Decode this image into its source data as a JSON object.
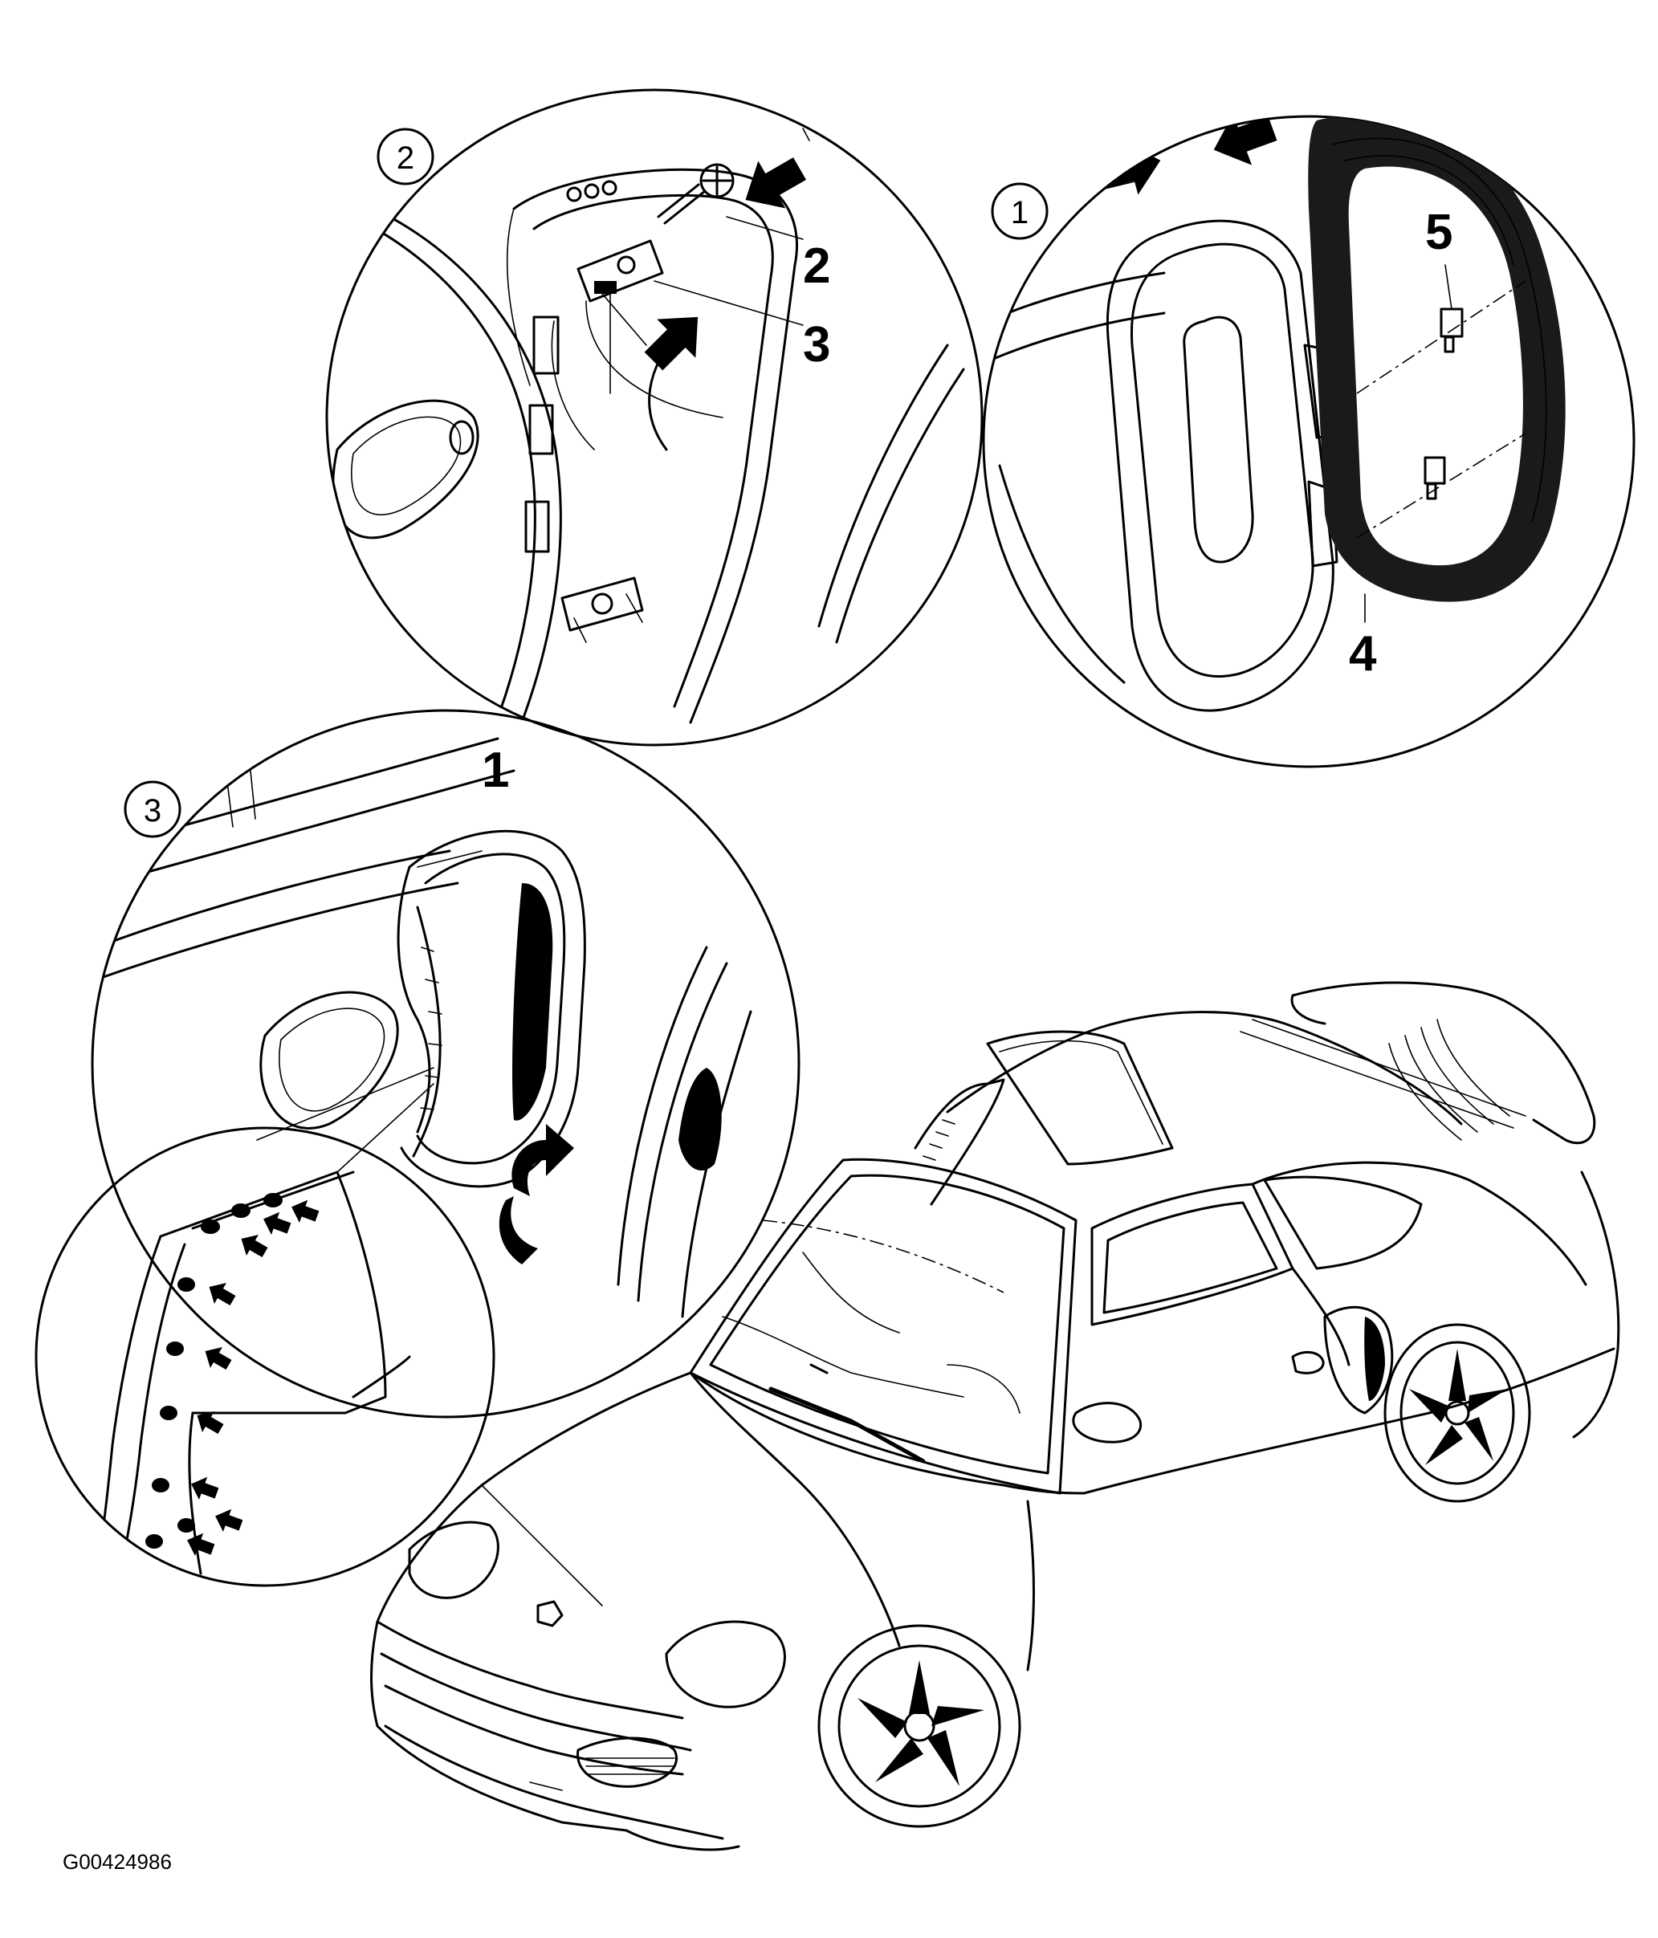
{
  "steps": [
    {
      "number": "1"
    },
    {
      "number": "2"
    },
    {
      "number": "3"
    }
  ],
  "callouts": {
    "detail2_label2": "2",
    "detail2_label3": "3",
    "detail1_label4": "4",
    "detail1_label5": "5",
    "detail3_label1": "1"
  },
  "graphic_code": "G00424986"
}
